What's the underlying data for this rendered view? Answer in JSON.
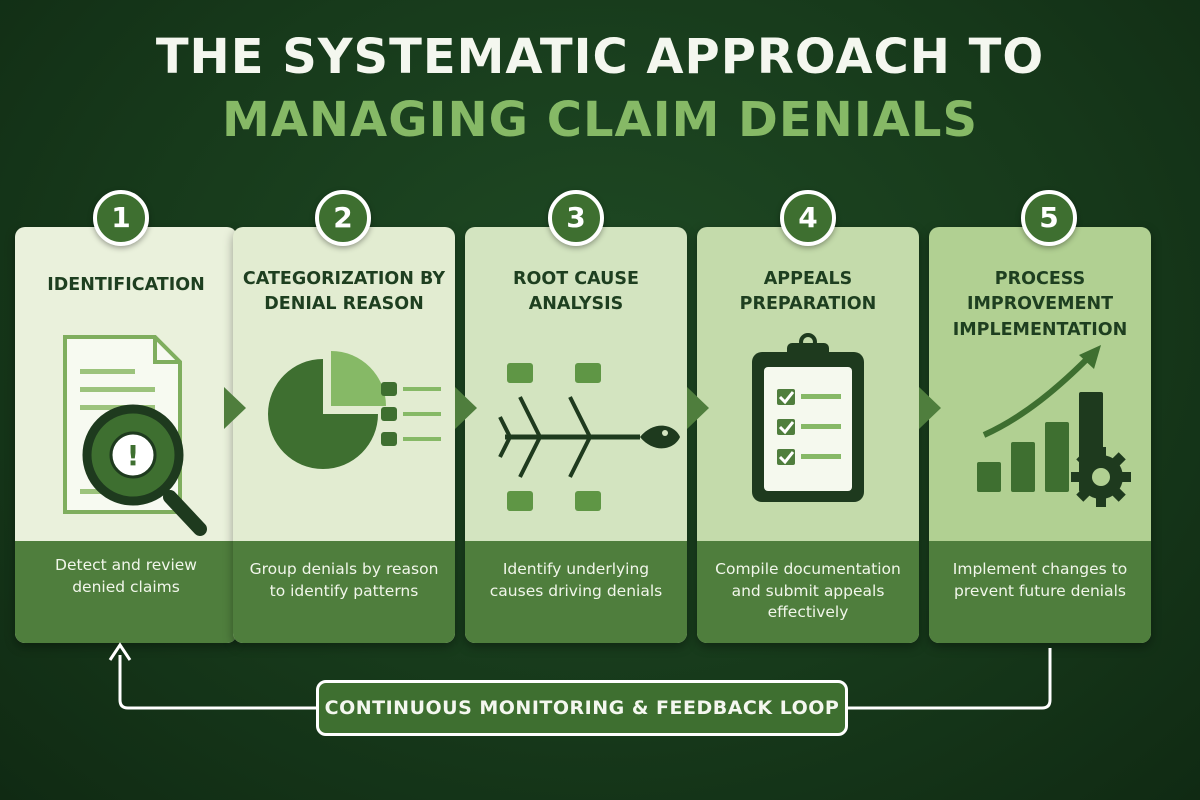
{
  "title": {
    "line1": "THE SYSTEMATIC APPROACH TO",
    "line2": "MANAGING CLAIM DENIALS"
  },
  "steps": [
    {
      "number": "1",
      "heading": "IDENTIFICATION",
      "description": "Detect and review denied claims",
      "icon": "document-magnifier-icon"
    },
    {
      "number": "2",
      "heading": "CATEGORIZATION BY DENIAL REASON",
      "description": "Group denials by reason to identify patterns",
      "icon": "pie-chart-icon"
    },
    {
      "number": "3",
      "heading": "ROOT CAUSE ANALYSIS",
      "description": "Identify underlying causes driving denials",
      "icon": "fishbone-diagram-icon"
    },
    {
      "number": "4",
      "heading": "APPEALS PREPARATION",
      "description": "Compile documentation and submit appeals effectively",
      "icon": "clipboard-checklist-icon"
    },
    {
      "number": "5",
      "heading": "PROCESS IMPROVEMENT IMPLEMENTATION",
      "description": "Implement changes to prevent future denials",
      "icon": "growth-chart-gear-icon"
    }
  ],
  "loop": {
    "label": "CONTINUOUS MONITORING & FEEDBACK LOOP"
  },
  "colors": {
    "background": "#173a1b",
    "accent_green": "#86b966",
    "dark_green": "#3e6f30",
    "footer_green": "#4f7e3d",
    "white": "#ffffff"
  }
}
